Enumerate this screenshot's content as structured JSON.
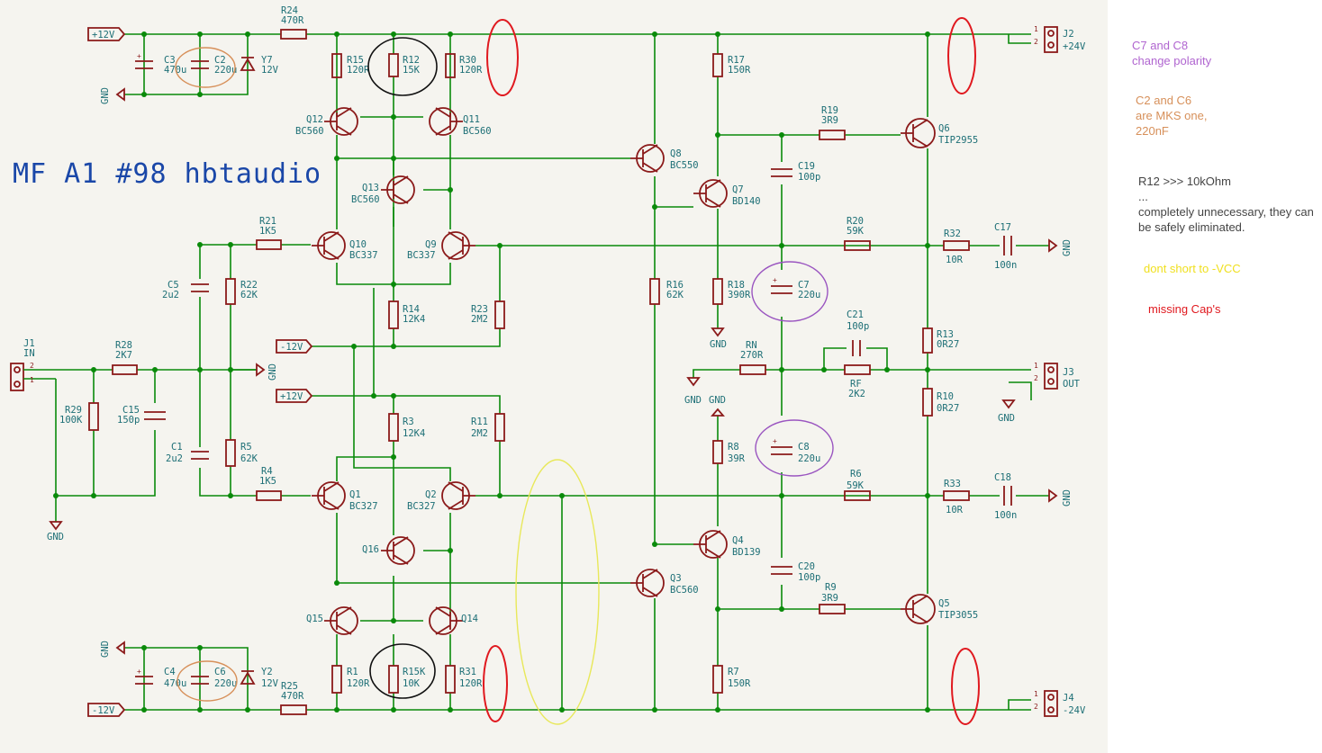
{
  "title": "MF A1 #98 hbtaudio",
  "colors": {
    "wire": "#0a8a0a",
    "component": "#8b1a1a",
    "label": "#1d6f76",
    "title": "#1a47a8",
    "red_mark": "#e0191f",
    "black_mark": "#111111",
    "purple_mark": "#9a55c0",
    "orange_mark": "#d7905a",
    "yellow_mark": "#e8e85a"
  },
  "power": {
    "pos12": "+12V",
    "neg12": "-12V",
    "gnd": "GND"
  },
  "connectors": {
    "j1": {
      "ref": "J1",
      "name": "IN",
      "pins": [
        "2",
        "1"
      ]
    },
    "j2": {
      "ref": "J2",
      "name": "+24V",
      "pins": [
        "1",
        "2"
      ]
    },
    "j3": {
      "ref": "J3",
      "name": "OUT",
      "pins": [
        "1",
        "2"
      ]
    },
    "j4": {
      "ref": "J4",
      "name": "-24V",
      "pins": [
        "1",
        "2"
      ]
    }
  },
  "components": {
    "r24": [
      "R24",
      "470R"
    ],
    "r25": [
      "R25",
      "470R"
    ],
    "r15": [
      "R15",
      "120R"
    ],
    "r12": [
      "R12",
      "15K"
    ],
    "r30": [
      "R30",
      "120R"
    ],
    "r17": [
      "R17",
      "150R"
    ],
    "r19": [
      "R19",
      "3R9"
    ],
    "r21": [
      "R21",
      "1K5"
    ],
    "r22": [
      "R22",
      "62K"
    ],
    "r14": [
      "R14",
      "12K4"
    ],
    "r23": [
      "R23",
      "2M2"
    ],
    "r16": [
      "R16",
      "62K"
    ],
    "r18": [
      "R18",
      "390R"
    ],
    "r20": [
      "R20",
      "59K"
    ],
    "r32": [
      "R32",
      "10R"
    ],
    "r28": [
      "R28",
      "2K7"
    ],
    "r29": [
      "R29",
      "100K"
    ],
    "rn": [
      "RN",
      "270R"
    ],
    "rf": [
      "RF",
      "2K2"
    ],
    "r13": [
      "R13",
      "0R27"
    ],
    "r10": [
      "R10",
      "0R27"
    ],
    "r3": [
      "R3",
      "12K4"
    ],
    "r11": [
      "R11",
      "2M2"
    ],
    "r5": [
      "R5",
      "62K"
    ],
    "r4": [
      "R4",
      "1K5"
    ],
    "r8": [
      "R8",
      "39R"
    ],
    "r6": [
      "R6",
      "59K"
    ],
    "r33": [
      "R33",
      "10R"
    ],
    "r9": [
      "R9",
      "3R9"
    ],
    "r1": [
      "R1",
      "120R"
    ],
    "r15k": [
      "R15K",
      "10K"
    ],
    "r31": [
      "R31",
      "120R"
    ],
    "r7": [
      "R7",
      "150R"
    ],
    "c3": [
      "C3",
      "470u"
    ],
    "c2": [
      "C2",
      "220u"
    ],
    "c5": [
      "C5",
      "2u2"
    ],
    "c15": [
      "C15",
      "150p"
    ],
    "c1": [
      "C1",
      "2u2"
    ],
    "c19": [
      "C19",
      "100p"
    ],
    "c7": [
      "C7",
      "220u"
    ],
    "c21": [
      "C21",
      "100p"
    ],
    "c8": [
      "C8",
      "220u"
    ],
    "c20": [
      "C20",
      "100p"
    ],
    "c17": [
      "C17",
      "100n"
    ],
    "c18": [
      "C18",
      "100n"
    ],
    "c4": [
      "C4",
      "470u"
    ],
    "c6": [
      "C6",
      "220u"
    ],
    "y7": [
      "Y7",
      "12V"
    ],
    "y2": [
      "Y2",
      "12V"
    ],
    "q12": [
      "Q12",
      "BC560"
    ],
    "q11": [
      "Q11",
      "BC560"
    ],
    "q13": [
      "Q13",
      "BC560"
    ],
    "q10": [
      "Q10",
      "BC337"
    ],
    "q9": [
      "Q9",
      "BC337"
    ],
    "q8": [
      "Q8",
      "BC550"
    ],
    "q7": [
      "Q7",
      "BD140"
    ],
    "q6": [
      "Q6",
      "TIP2955"
    ],
    "q1": [
      "Q1",
      "BC327"
    ],
    "q2": [
      "Q2",
      "BC327"
    ],
    "q16": [
      "Q16",
      ""
    ],
    "q3": [
      "Q3",
      "BC560"
    ],
    "q4": [
      "Q4",
      "BD139"
    ],
    "q5": [
      "Q5",
      "TIP3055"
    ],
    "q15": [
      "Q15",
      ""
    ],
    "q14": [
      "Q14",
      ""
    ]
  },
  "notes": [
    {
      "text": "C7 and C8\nchange polarity",
      "color": "#b065d0"
    },
    {
      "text": "C2 and C6\nare MKS one,\n220nF",
      "color": "#d7905a"
    },
    {
      "text": "R12 >>> 10kOhm\n...\ncompletely unnecessary, they can\nbe safely eliminated.",
      "color": "#444444"
    },
    {
      "text": "dont short to -VCC",
      "color": "#f0e020"
    },
    {
      "text": "missing Cap's",
      "color": "#e0191f"
    }
  ]
}
